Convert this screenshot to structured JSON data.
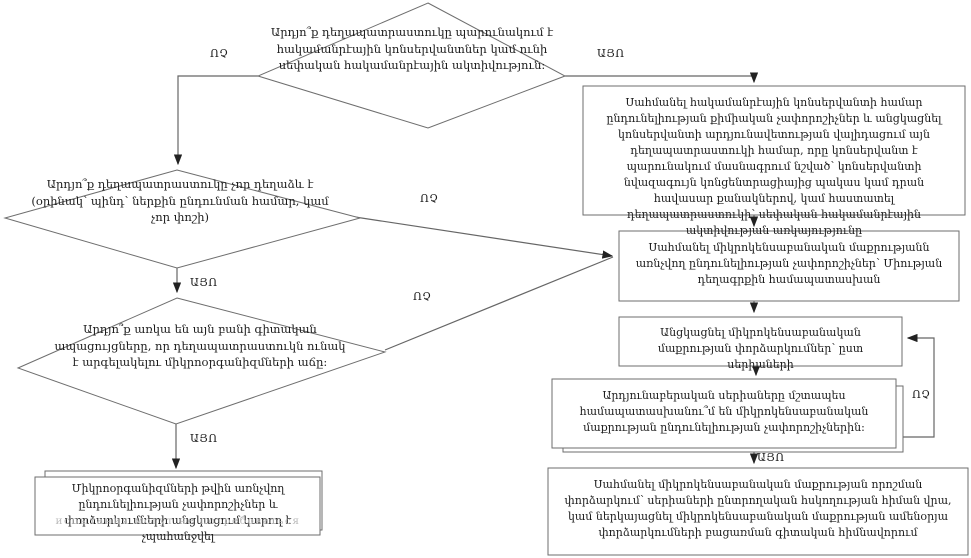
{
  "labels": {
    "yes": "ԱՅՈ",
    "no": "ՈՉ"
  },
  "nodes": {
    "d1": "Արդյո՞ք դեղապատրաստուկը պարունակում է հակամանրէային կոնսերվանտներ կամ ունի սեփական հակամանրէային ակտիվություն:",
    "d2": "Արդյո՞ք դեղապատրաստուկը չոր դեղաձև է (օրինակ՝ պինդ՝ ներքին ընդունման համար, կամ չոր փոշի)",
    "d3": "Արդյո՞ք առկա են այն բանի գիտական ապացույցները, որ դեղապատրաստուկն ունակ է արգելակելու միկրոօրգանիզմների աճը:",
    "preservative_box": "Սահմանել հակամանրէային կոնսերվանտի համար ընդունելիության քիմիական չափորոշիչներ և անցկացնել կոնսերվանտի արդյունավետության վալիդացում այն դեղապատրաստուկի համար, որը կոնսերվանտ է պարունակում մասնագրում նշված՝ կոնսերվանտի նվազագույն կոնցենտրացիայից պակաս կամ դրան հավասար քանակներով, կամ հաստատել դեղապատրաստուկի՝ սեփական հակամանրէային ակտիվության առկայությունը",
    "criteria_box": "Սահմանել միկրոկենսաբանական մաքրությանն առնչվող ընդունելիության չափորոշիչներ՝ Միության դեղագրքին համապատասխան",
    "testing_box": "Անցկացնել միկրոկենսաբանական մաքրության փորձարկումներ՝ ըստ սերիաների",
    "series_box": "Արդյունաբերական սերիաները մշտապես համապատասխանու՞մ են միկրոկենսաբանական մաքրության ընդունելիության չափորոշիչներին:",
    "skiplot_box": "Սահմանել միկրոկենսաբանական մաքրության որոշման փորձարկում՝ սերիաների ընտրողական հսկողության հիման վրա, կամ ներկայացնել միկրոկենսաբանական մաքրության ամենօրյա փորձարկումների բացառման գիտական հիմնավորում",
    "not_required_box": "Միկրոօրգանիզմների թվին առնչվող ընդունելիության չափորոշիչներ և փորձարկումների անցկացում կարող է չպահանջվել",
    "not_required_faded": "испытания могут не потребоваться"
  }
}
